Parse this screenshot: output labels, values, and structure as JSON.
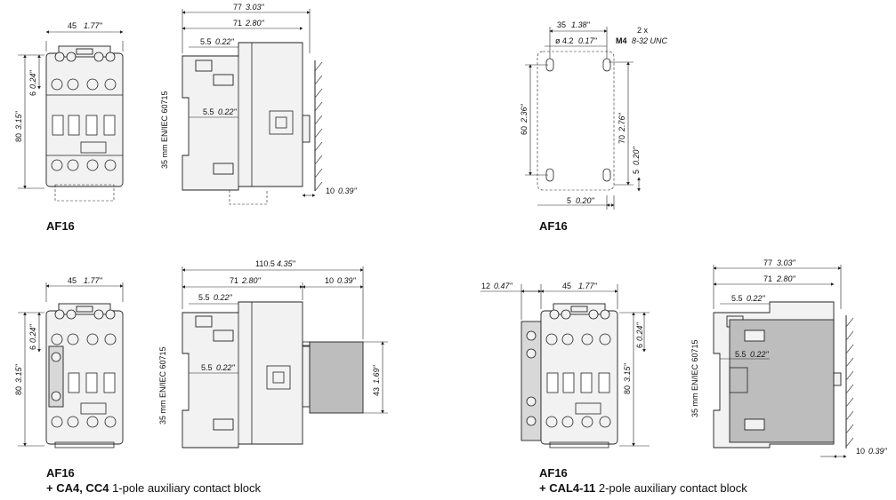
{
  "captions": {
    "tl": {
      "model": "AF16"
    },
    "tr": {
      "model": "AF16"
    },
    "bl": {
      "model": "AF16",
      "accessory_bold": "+ CA4, CC4",
      "accessory_text": " 1-pole auxiliary contact block"
    },
    "br": {
      "model": "AF16",
      "accessory_bold": "+ CAL4-11",
      "accessory_text": " 2-pole auxiliary contact block"
    }
  },
  "dims": {
    "tl_width": {
      "mm": "45",
      "in": "1.77\""
    },
    "tl_height": {
      "mm": "80",
      "in": "3.15\""
    },
    "tl_top": {
      "mm": "6",
      "in": "0.24\""
    },
    "ts_total": {
      "mm": "77",
      "in": "3.03\""
    },
    "ts_depth": {
      "mm": "71",
      "in": "2.80\""
    },
    "ts_off1": {
      "mm": "5.5",
      "in": "0.22\""
    },
    "ts_off2": {
      "mm": "5.5",
      "in": "0.22\""
    },
    "ts_rail": "35 mm EN/IEC 60715",
    "ts_clear": {
      "mm": "10",
      "in": "0.39\""
    },
    "tr_hole_dist": {
      "mm": "35",
      "in": "1.38\""
    },
    "tr_hole_dia": {
      "mm": "ø 4.2",
      "in": "0.17\""
    },
    "tr_screw_qty": "2 x",
    "tr_screw": {
      "mm": "M4",
      "in": "8-32 UNC"
    },
    "tr_h60": {
      "mm": "60",
      "in": "2.36\""
    },
    "tr_h70": {
      "mm": "70",
      "in": "2.76\""
    },
    "tr_v5": {
      "mm": "5",
      "in": "0.20\""
    },
    "tr_h5": {
      "mm": "5",
      "in": "0.20\""
    },
    "bl_width": {
      "mm": "45",
      "in": "1.77\""
    },
    "bl_height": {
      "mm": "80",
      "in": "3.15\""
    },
    "bl_top": {
      "mm": "6",
      "in": "0.24\""
    },
    "bs_total": {
      "mm": "110.5",
      "in": "4.35\""
    },
    "bs_depth": {
      "mm": "71",
      "in": "2.80\""
    },
    "bs_clear": {
      "mm": "10",
      "in": "0.39\""
    },
    "bs_off1": {
      "mm": "5.5",
      "in": "0.22\""
    },
    "bs_off2": {
      "mm": "5.5",
      "in": "0.22\""
    },
    "bs_rail": "35 mm EN/IEC 60715",
    "bs_block": {
      "mm": "43",
      "in": "1.69\""
    },
    "br_side": {
      "mm": "12",
      "in": "0.47\""
    },
    "br_width": {
      "mm": "45",
      "in": "1.77\""
    },
    "br_height": {
      "mm": "80",
      "in": "3.15\""
    },
    "br_top": {
      "mm": "6",
      "in": "0.24\""
    },
    "brs_total": {
      "mm": "77",
      "in": "3.03\""
    },
    "brs_depth": {
      "mm": "71",
      "in": "2.80\""
    },
    "brs_off1": {
      "mm": "5.5",
      "in": "0.22\""
    },
    "brs_off2": {
      "mm": "5.5",
      "in": "0.22\""
    },
    "brs_rail": "35 mm EN/IEC 60715",
    "brs_clear": {
      "mm": "10",
      "in": "0.39\""
    }
  }
}
